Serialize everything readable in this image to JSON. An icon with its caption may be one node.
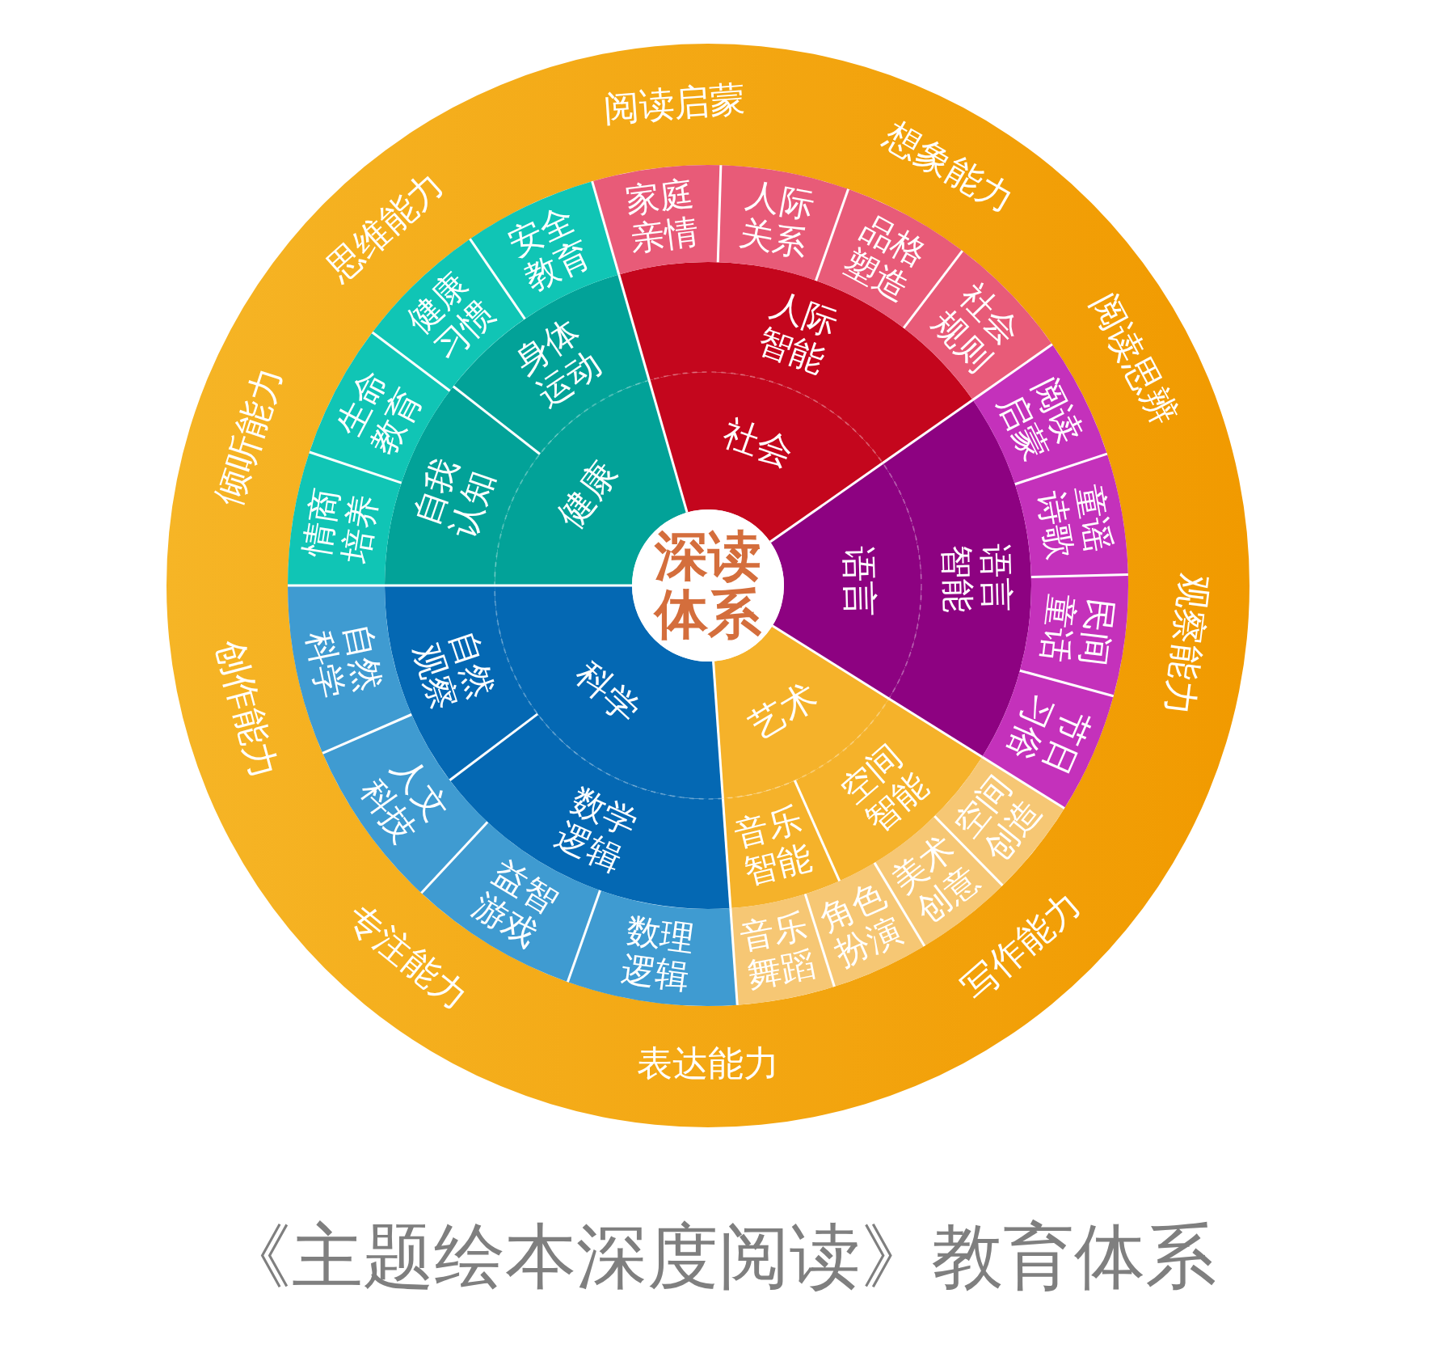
{
  "diagram": {
    "title": "《主题绘本深度阅读》教育体系",
    "nodes": [
      {
        "text": [
          "深读体系"
        ]
      },
      {
        "text": [
          "社会"
        ]
      },
      {
        "text": [
          "人际智能"
        ]
      },
      {
        "text": [
          "家庭亲情"
        ]
      },
      {
        "text": [
          "人际关系"
        ]
      },
      {
        "text": [
          "品格塑造"
        ]
      },
      {
        "text": [
          "社会规则"
        ]
      },
      {
        "text": [
          "语言"
        ]
      },
      {
        "text": [
          "语言智能"
        ]
      },
      {
        "text": [
          "阅读启蒙"
        ]
      },
      {
        "text": [
          "童谣诗歌"
        ]
      },
      {
        "text": [
          "民间童话"
        ]
      },
      {
        "text": [
          "节日习俗"
        ]
      },
      {
        "text": [
          "艺术"
        ]
      },
      {
        "text": [
          "空间智能"
        ]
      },
      {
        "text": [
          "音乐智能"
        ]
      },
      {
        "text": [
          "空间创造"
        ]
      },
      {
        "text": [
          "美术创意"
        ]
      },
      {
        "text": [
          "角色扮演"
        ]
      },
      {
        "text": [
          "音乐舞蹈"
        ]
      },
      {
        "text": [
          "科学"
        ]
      },
      {
        "text": [
          "数学逻辑"
        ]
      },
      {
        "text": [
          "自然观察"
        ]
      },
      {
        "text": [
          "数理逻辑"
        ]
      },
      {
        "text": [
          "益智游戏"
        ]
      },
      {
        "text": [
          "人文科技"
        ]
      },
      {
        "text": [
          "自然科学"
        ]
      },
      {
        "text": [
          "健康"
        ]
      },
      {
        "text": [
          "自我认知"
        ]
      },
      {
        "text": [
          "身体运动"
        ]
      },
      {
        "text": [
          "情商培养"
        ]
      },
      {
        "text": [
          "生命教育"
        ]
      },
      {
        "text": [
          "健康习惯"
        ]
      },
      {
        "text": [
          "安全教育"
        ]
      }
    ],
    "labels": [
      "阅读启蒙",
      "想象能力",
      "阅读思辨",
      "观察能力",
      "写作能力",
      "表达能力",
      "专注能力",
      "创作能力",
      "倾听能力",
      "思维能力"
    ]
  }
}
